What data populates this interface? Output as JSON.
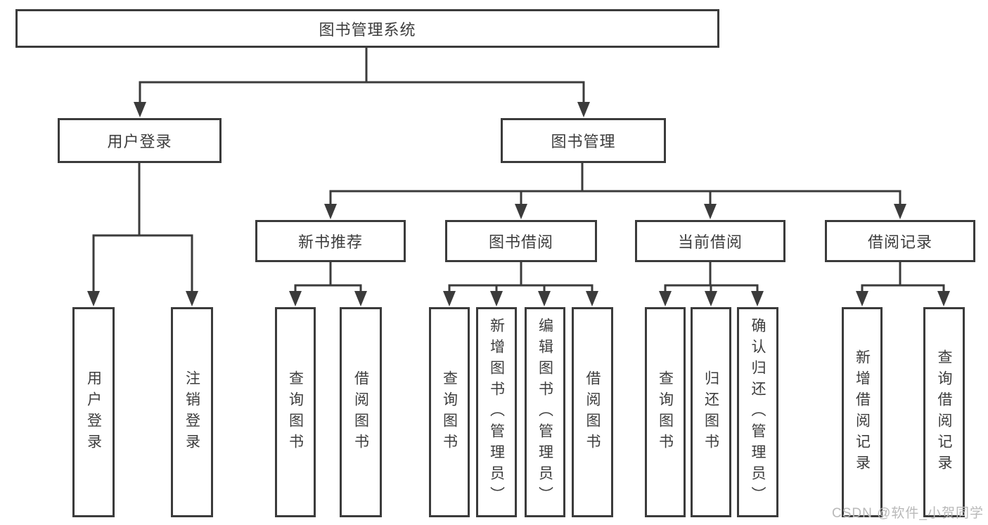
{
  "colors": {
    "line": "#3b3b3b",
    "node_border": "#3b3b3b",
    "node_text": "#3d3d3d",
    "background": "#ffffff",
    "watermark": "#b9b9b9"
  },
  "watermark": {
    "text": "CSDN @软件_小贺同学"
  },
  "diagram": {
    "type": "hierarchy-tree",
    "root": {
      "label": "图书管理系统",
      "children": [
        {
          "label": "用户登录",
          "children": [
            {
              "label": "用户登录"
            },
            {
              "label": "注销登录"
            }
          ]
        },
        {
          "label": "图书管理",
          "children": [
            {
              "label": "新书推荐",
              "children": [
                {
                  "label": "查询图书"
                },
                {
                  "label": "借阅图书"
                }
              ]
            },
            {
              "label": "图书借阅",
              "children": [
                {
                  "label": "查询图书"
                },
                {
                  "label": "新增图书（管理员）"
                },
                {
                  "label": "编辑图书（管理员）"
                },
                {
                  "label": "借阅图书"
                }
              ]
            },
            {
              "label": "当前借阅",
              "children": [
                {
                  "label": "查询图书"
                },
                {
                  "label": "归还图书"
                },
                {
                  "label": "确认归还（管理员）"
                }
              ]
            },
            {
              "label": "借阅记录",
              "children": [
                {
                  "label": "新增借阅记录"
                },
                {
                  "label": "查询借阅记录"
                }
              ]
            }
          ]
        }
      ]
    }
  }
}
